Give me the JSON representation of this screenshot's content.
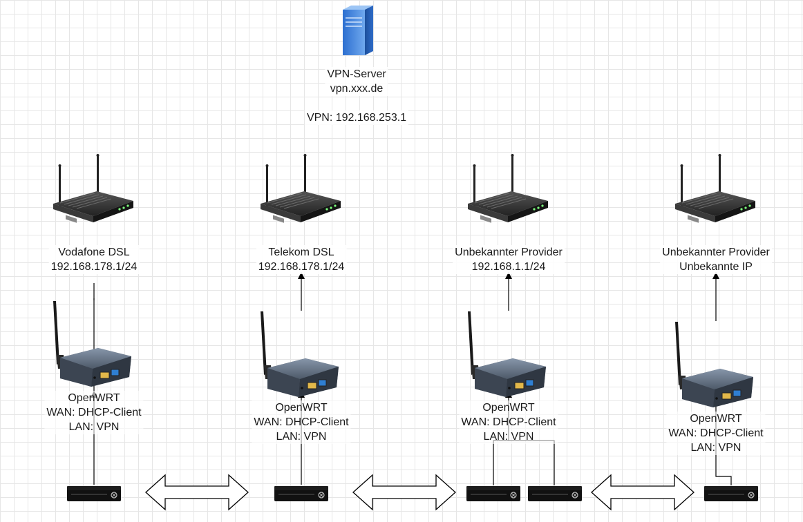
{
  "server": {
    "name": "VPN-Server",
    "host": "vpn.xxx.de",
    "vpn_ip": "VPN: 192.168.253.1",
    "icon": "server-tower-icon"
  },
  "providers": [
    {
      "line1": "Vodafone DSL",
      "line2": "192.168.178.1/24",
      "icon": "dsl-router-icon"
    },
    {
      "line1": "Telekom DSL",
      "line2": "192.168.178.1/24",
      "icon": "dsl-router-icon"
    },
    {
      "line1": "Unbekannter Provider",
      "line2": "192.168.1.1/24",
      "icon": "dsl-router-icon"
    },
    {
      "line1": "Unbekannter Provider",
      "line2": "Unbekannte IP",
      "icon": "dsl-router-icon"
    }
  ],
  "openwrt": [
    {
      "name": "OpenWRT",
      "wan": "WAN: DHCP-Client",
      "lan": "LAN: VPN",
      "icon": "openwrt-router-icon"
    },
    {
      "name": "OpenWRT",
      "wan": "WAN: DHCP-Client",
      "lan": "LAN: VPN",
      "icon": "openwrt-router-icon"
    },
    {
      "name": "OpenWRT",
      "wan": "WAN: DHCP-Client",
      "lan": "LAN: VPN",
      "icon": "openwrt-router-icon"
    },
    {
      "name": "OpenWRT",
      "wan": "WAN: DHCP-Client",
      "lan": "LAN: VPN",
      "icon": "openwrt-router-icon"
    }
  ],
  "consoles": {
    "icon": "game-console-icon",
    "count": 5
  },
  "double_arrows": {
    "icon": "double-arrow-icon",
    "count": 3
  },
  "colors": {
    "grid": "#e6e6e6",
    "server_blue": "#3f7fd6",
    "router_dark": "#2b2b2b",
    "console_black": "#111111",
    "openwrt_gray": "#5d6a7a"
  }
}
